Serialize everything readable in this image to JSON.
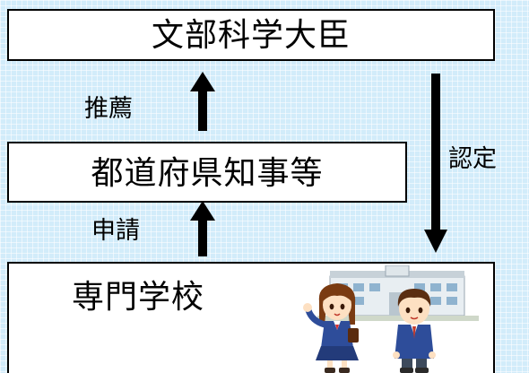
{
  "nodes": {
    "minister": "文部科学大臣",
    "governor": "都道府県知事等",
    "school": "専門学校"
  },
  "edges": {
    "recommend": "推薦",
    "apply": "申請",
    "certify": "認定"
  },
  "colors": {
    "background": "#d2ecfa",
    "box_fill": "#ffffff",
    "box_border": "#000000",
    "arrow": "#000000"
  },
  "icons": [
    "school-building-icon",
    "student-girl-icon",
    "student-boy-icon"
  ]
}
